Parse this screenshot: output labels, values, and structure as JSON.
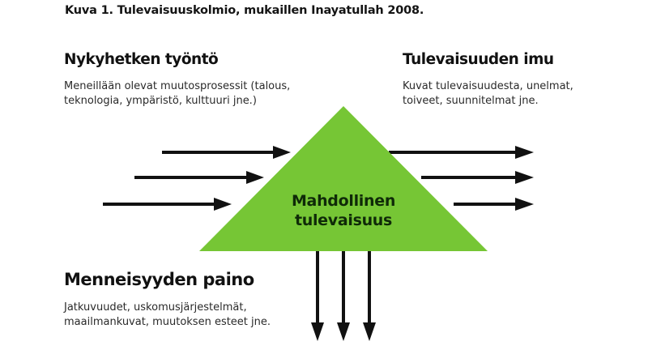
{
  "caption": "Kuva 1. Tulevaisuuskolmio, mukaillen Inayatullah 2008.",
  "push": {
    "heading": "Nykyhetken työntö",
    "desc_line1": "Meneillään olevat muutosprosessit (talous,",
    "desc_line2": "teknologia, ympäristö, kulttuuri jne.)"
  },
  "pull": {
    "heading": "Tulevaisuuden imu",
    "desc_line1": "Kuvat tulevaisuudesta, unelmat,",
    "desc_line2": "toiveet, suunnitelmat jne."
  },
  "weight": {
    "heading": "Menneisyyden paino",
    "desc_line1": "Jatkuvuudet, uskomusjärjestelmät,",
    "desc_line2": "maailmankuvat, muutoksen esteet jne."
  },
  "triangle": {
    "label_line1": "Mahdollinen",
    "label_line2": "tulevaisuus",
    "color": "#76C635"
  },
  "arrows": {
    "color": "#111111",
    "push_count": 3,
    "pull_count": 3,
    "weight_count": 3
  }
}
